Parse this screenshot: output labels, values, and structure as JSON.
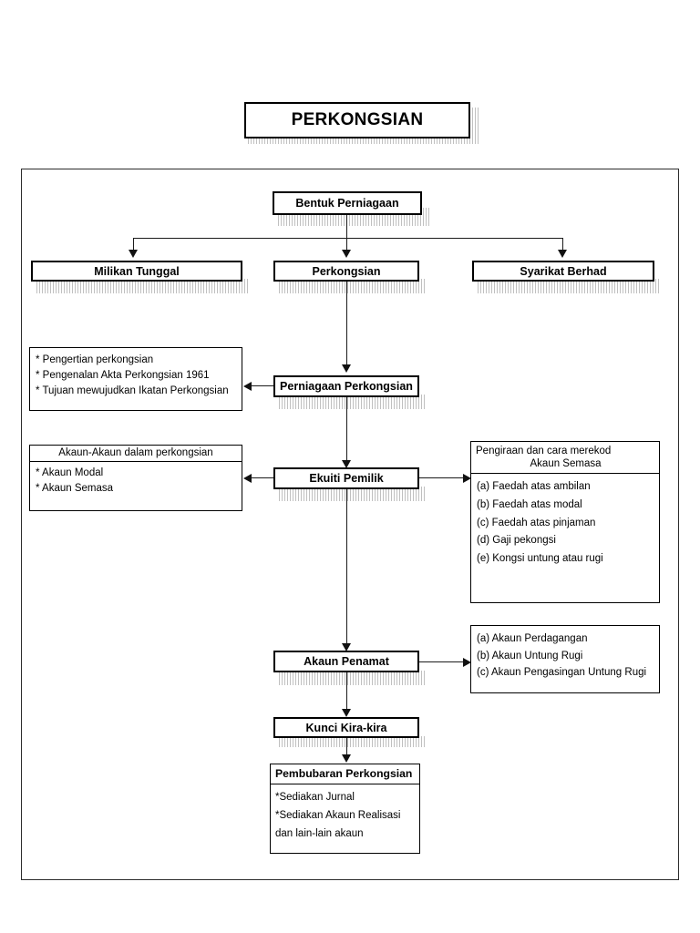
{
  "title": {
    "text": "PERKONGSIAN"
  },
  "nodes": {
    "bentuk_perniagaan": "Bentuk  Perniagaan",
    "milikan_tunggal": "Milikan Tunggal",
    "perkongsian": "Perkongsian",
    "syarikat_berhad": "Syarikat  Berhad",
    "perniagaan_perkongsian": "Perniagaan Perkongsian",
    "ekuiti_pemilik": "Ekuiti Pemilik",
    "akaun_penamat": "Akaun Penamat",
    "kunci_kira_kira": "Kunci  Kira-kira"
  },
  "detail_left_1": {
    "rows": [
      "* Pengertian perkongsian",
      "* Pengenalan Akta Perkongsian 1961",
      "* Tujuan mewujudkan Ikatan Perkongsian"
    ]
  },
  "detail_left_2": {
    "header": "Akaun-Akaun dalam perkongsian",
    "rows": [
      "* Akaun Modal",
      "* Akaun Semasa"
    ]
  },
  "detail_right_1": {
    "header_line_1": "Pengiraan dan cara merekod",
    "header_line_2": "Akaun  Semasa",
    "rows": [
      "(a) Faedah atas  ambilan",
      "(b) Faedah atas modal",
      "(c) Faedah atas pinjaman",
      "(d) Gaji pekongsi",
      "(e) Kongsi untung atau rugi"
    ]
  },
  "detail_right_2": {
    "rows": [
      "(a) Akaun Perdagangan",
      "(b) Akaun Untung Rugi",
      "(c) Akaun Pengasingan Untung Rugi"
    ]
  },
  "pembubaran": {
    "header": "Pembubaran Perkongsian",
    "rows": [
      "*Sediakan Jurnal",
      "*Sediakan Akaun Realisasi",
      "dan lain-lain akaun"
    ]
  }
}
